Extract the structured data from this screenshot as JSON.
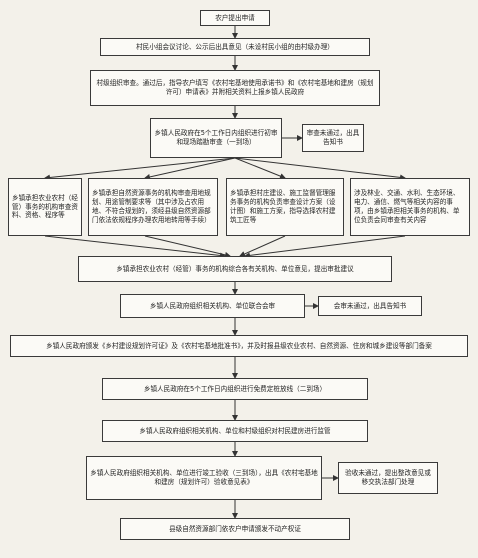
{
  "diagram": {
    "nodes": [
      {
        "id": "n1",
        "text": "农户提出申请"
      },
      {
        "id": "n2",
        "text": "村民小组会议讨论、公示后出具意见（未设村民小组的由村级办理）"
      },
      {
        "id": "n3",
        "text": "村级组织审查。通过后，指导农户填写《农村宅基地使用承诺书》和《农村宅基地和建房（规划许可）申请表》并附相关资料上报乡镇人民政府"
      },
      {
        "id": "n4",
        "text": "乡镇人民政府在5个工作日内组织进行初审和现场踏勘审查（一到场）"
      },
      {
        "id": "n5",
        "text": "审查未通过，出具告知书"
      },
      {
        "id": "n6",
        "text": "乡镇承担农业农村（经管）事务的机构审查资料、资格、程序等"
      },
      {
        "id": "n7",
        "text": "乡镇承担自然资源事务的机构审查用地规划、用途管制要求等（其中涉及占农用地、不符合规划的，须经县级自然资源部门依法依规程序办理农用地转用等手续）"
      },
      {
        "id": "n8",
        "text": "乡镇承担村庄建设、施工监督管理服务事务的机构负责审查设计方案（设计图）和施工方案，指导选择农村建筑工匠等"
      },
      {
        "id": "n9",
        "text": "涉及林业、交通、水利、生态环境、电力、通信、燃气等相关内容的事项，由乡镇承担相关事务的机构、单位负责会同审查有关内容"
      },
      {
        "id": "n10",
        "text": "乡镇承担农业农村（经管）事务的机构综合各有关机构、单位意见，提出审批建议"
      },
      {
        "id": "n11",
        "text": "乡镇人民政府组织相关机构、单位联合会审"
      },
      {
        "id": "n12",
        "text": "会审未通过，出具告知书"
      },
      {
        "id": "n13",
        "text": "乡镇人民政府颁发《乡村建设规划许可证》及《农村宅基地批准书》，并及时报县级农业农村、自然资源、住房和城乡建设等部门备案"
      },
      {
        "id": "n14",
        "text": "乡镇人民政府在5个工作日内组织进行免费定桩放线（二到场）"
      },
      {
        "id": "n15",
        "text": "乡镇人民政府组织相关机构、单位和村级组织对村民建房进行监管"
      },
      {
        "id": "n16",
        "text": "乡镇人民政府组织相关机构、单位进行竣工验收（三到场），出具《农村宅基地和建房（规划许可）验收意见表》"
      },
      {
        "id": "n17",
        "text": "验收未通过，提出整改意见或移交执法部门处理"
      },
      {
        "id": "n18",
        "text": "县级自然资源部门依农户申请颁发不动产权证"
      }
    ]
  }
}
